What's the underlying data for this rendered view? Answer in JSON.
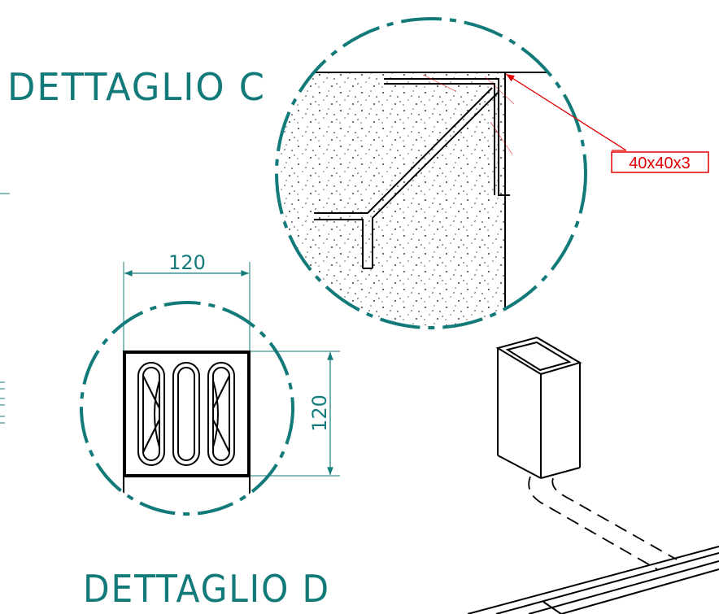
{
  "detail_c": {
    "title": "DETTAGLIO C",
    "callout": "40x40x3"
  },
  "detail_d": {
    "title": "DETTAGLIO D",
    "dim_width": "120",
    "dim_height": "120"
  },
  "colors": {
    "teal": "#137a7a",
    "red": "#e00000",
    "ink": "#000000"
  }
}
